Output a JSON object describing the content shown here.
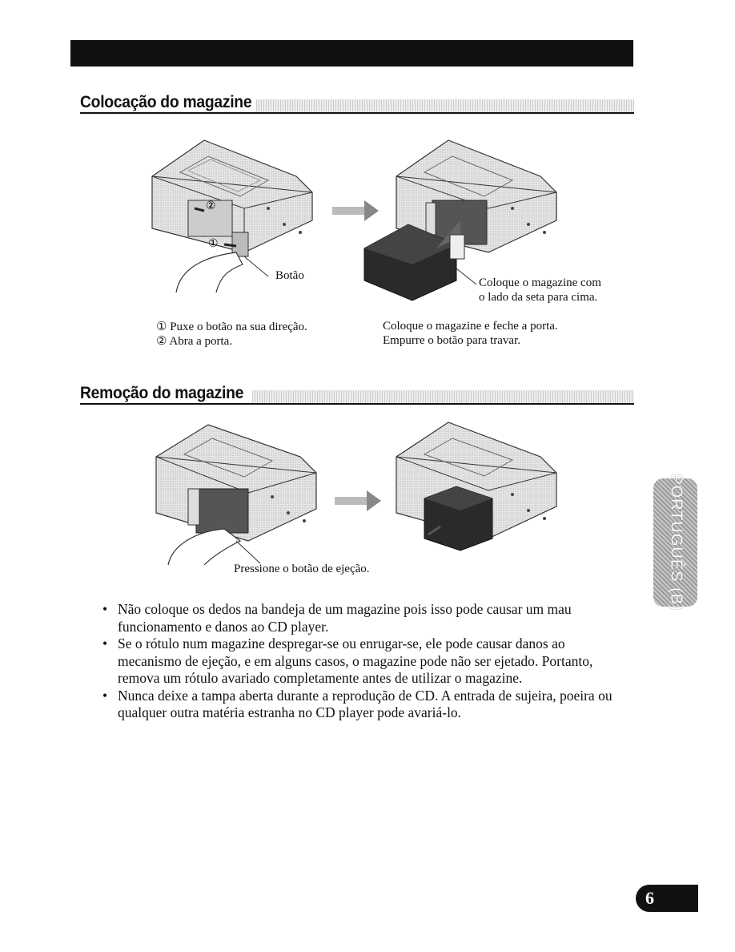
{
  "section1": {
    "title": "Colocação do magazine",
    "fig1_label": "Botão",
    "fig1_step1_marker": "①",
    "fig1_step2_marker": "②",
    "fig2_callout_line1": "Coloque o magazine com",
    "fig2_callout_line2": "o lado da seta para cima.",
    "caption_left_line1": "① Puxe o botão na sua direção.",
    "caption_left_line2": "② Abra a porta.",
    "caption_right_line1": "Coloque o magazine e feche a porta.",
    "caption_right_line2": "Empurre o botão para travar."
  },
  "section2": {
    "title": "Remoção do magazine",
    "fig_label": "Pressione o botão de ejeção."
  },
  "bullets": [
    "Não coloque os dedos na bandeja de um magazine pois isso pode causar um mau funcionamento e danos ao CD player.",
    "Se o rótulo num magazine despregar-se ou enrugar-se, ele pode causar danos ao mecanismo de ejeção, e em alguns casos, o magazine pode não ser ejetado. Portanto, remova um rótulo avariado completamente antes de utilizar o magazine.",
    "Nunca deixe a tampa aberta durante a reprodução de CD. A entrada de sujeira, poeira ou qualquer outra matéria estranha no CD player pode avariá-lo."
  ],
  "bullet_symbol": "•",
  "side_tab": "PORTUGUÊS (B)",
  "page_number": "6",
  "colors": {
    "ink": "#111111",
    "device": "#d8d8d8",
    "magazine": "#2a2a2a"
  }
}
